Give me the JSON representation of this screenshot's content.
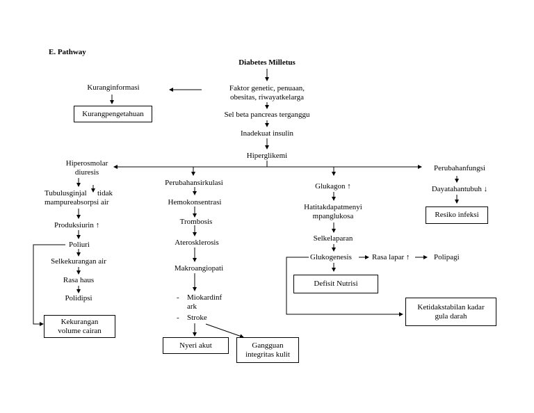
{
  "section_heading": "E.  Pathway",
  "nodes": {
    "root": "Diabetes Milletus",
    "factors_1": "Faktor genetic, penuaan,",
    "factors_2": "obesitas, riwayatkelarga",
    "kurang_info": "Kuranginformasi",
    "kurang_pengetahuan": "Kurangpengetahuan",
    "sel_beta": "Sel beta pancreas terganggu",
    "inadekuat": "Inadekuat insulin",
    "hiperglikemi": "Hiperglikemi",
    "hiperosmolar_1": "Hiperosmolar",
    "hiperosmolar_2": "diuresis",
    "tubulus_1": "Tubulusginjal",
    "tubulus_tidak": "tidak",
    "tubulus_2": "mampureabsorpsi air",
    "produksiurin": "Produksiurin ↑",
    "poliuri": "Poliuri",
    "selkekurangan": "Selkekurangan air",
    "rasa_haus": "Rasa haus",
    "polidipsi": "Polidipsi",
    "kekurangan_vol_1": "Kekurangan",
    "kekurangan_vol_2": "volume cairan",
    "perubahan_sirkulasi": "Perubahansirkulasi",
    "hemokonsentrasi": "Hemokonsentrasi",
    "trombosis": "Trombosis",
    "aterosklerosis": "Aterosklerosis",
    "makroangiopati": "Makroangiopati",
    "dash_1": "-",
    "miokard_1": "Miokardinf",
    "miokard_2": "ark",
    "dash_2": "-",
    "stroke": "Stroke",
    "nyeri_akut": "Nyeri akut",
    "gangguan_1": "Gangguan",
    "gangguan_2": "integritas kulit",
    "glukagon": "Glukagon ↑",
    "hati_1": "Hatitakdapatmenyi",
    "hati_2": "mpanglukosa",
    "selkelaparan": "Selkelaparan",
    "glukogenesis": "Glukogenesis",
    "rasa_lapar": "Rasa lapar ↑",
    "polipagi": "Polipagi",
    "defisit_nutrisi": "Defisit Nutrisi",
    "ketidakstabilan_1": "Ketidakstabilan kadar",
    "ketidakstabilan_2": "gula darah",
    "perubahan_fungsi": "Perubahanfungsi",
    "dayatahan": "Dayatahantubuh ↓",
    "resiko_infeksi": "Resiko infeksi"
  }
}
